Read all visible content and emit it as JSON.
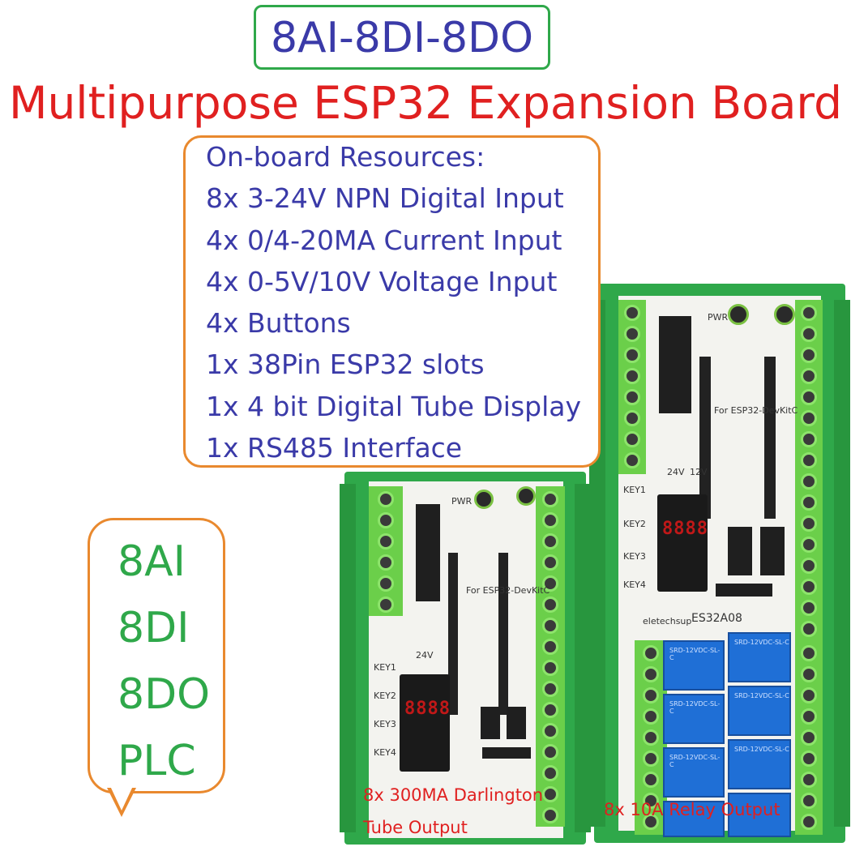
{
  "header": {
    "model": "8AI-8DI-8DO",
    "title": "Multipurpose ESP32 Expansion Board"
  },
  "resources": {
    "heading": "On-board Resources:",
    "items": [
      "8x 3-24V NPN Digital Input",
      "4x 0/4-20MA Current Input",
      "4x 0-5V/10V Voltage Input",
      "4x Buttons",
      "1x 38Pin ESP32 slots",
      "1x 4 bit Digital Tube Display",
      "1x RS485 Interface"
    ]
  },
  "tags": [
    "8AI",
    "8DI",
    "8DO",
    "PLC"
  ],
  "captions": {
    "darlington_line1": "8x 300MA Darlington",
    "darlington_line2": "Tube Output",
    "relay": "8x 10A Relay Output"
  },
  "board_labels": {
    "pwr": "PWR",
    "esp_label": "For ESP32-DevKitC",
    "key1": "KEY1",
    "key2": "KEY2",
    "key3": "KEY3",
    "key4": "KEY4",
    "v24": "24V",
    "v12": "12V",
    "model_right": "ES32A08",
    "brand": "eletechsup",
    "display_digits": "8888",
    "relay_text": "SRD-12VDC-SL-C"
  },
  "colors": {
    "title_blue": "#3a3aa8",
    "title_red": "#e02020",
    "accent_green": "#2fa84a",
    "frame_orange": "#e9892e",
    "relay_blue": "#1f6fd6"
  }
}
